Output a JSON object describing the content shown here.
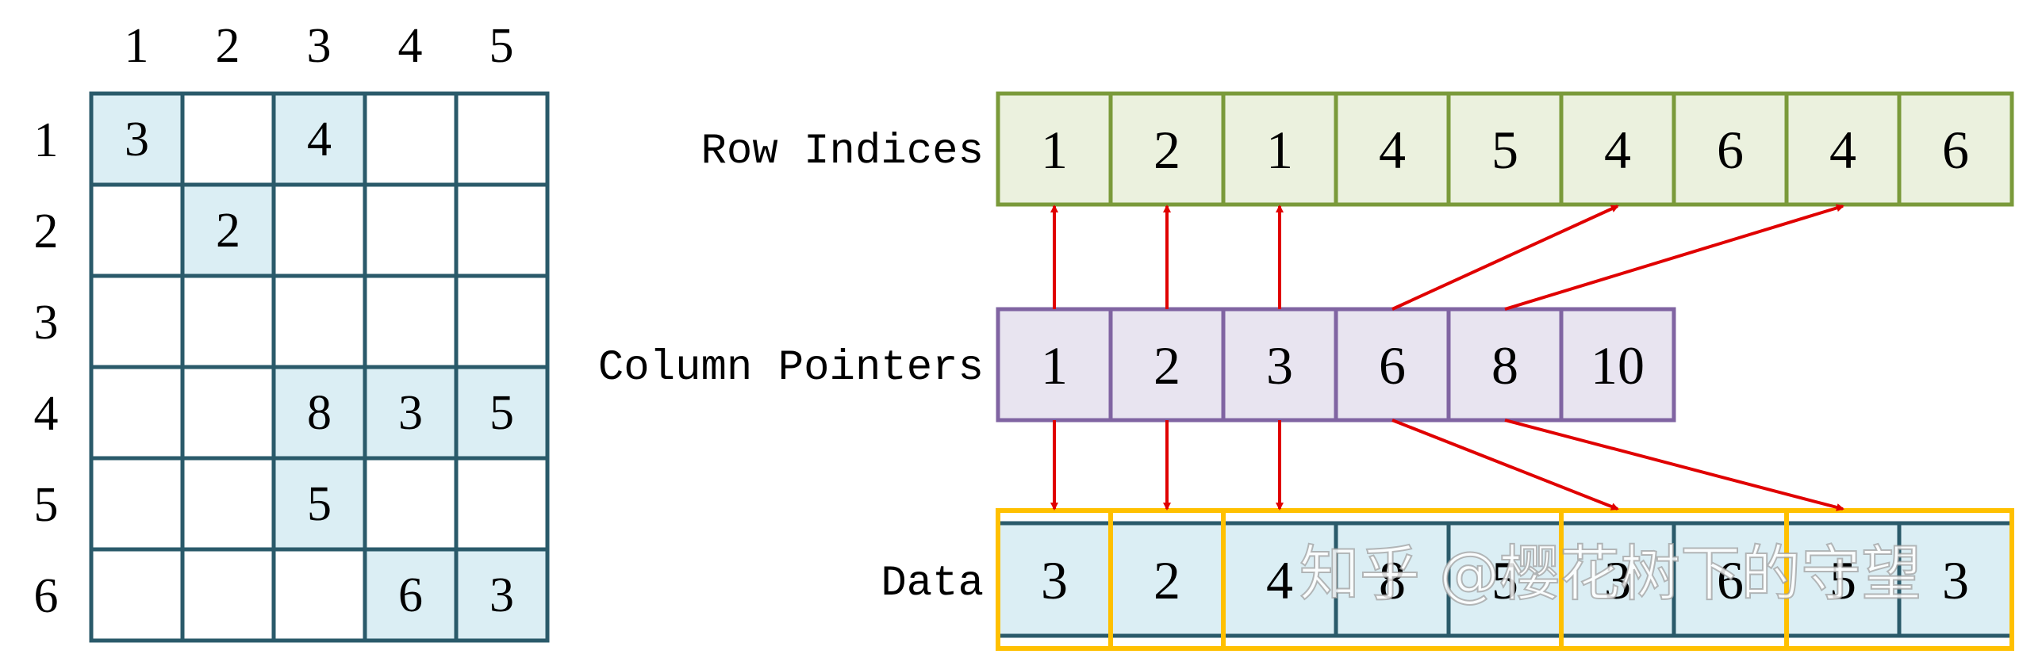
{
  "matrix": {
    "col_headers": [
      "1",
      "2",
      "3",
      "4",
      "5"
    ],
    "row_headers": [
      "1",
      "2",
      "3",
      "4",
      "5",
      "6"
    ],
    "rows": [
      [
        "3",
        "",
        "4",
        "",
        ""
      ],
      [
        "",
        "2",
        "",
        "",
        ""
      ],
      [
        "",
        "",
        "",
        "",
        ""
      ],
      [
        "",
        "",
        "8",
        "3",
        "5"
      ],
      [
        "",
        "",
        "5",
        "",
        ""
      ],
      [
        "",
        "",
        "",
        "6",
        "3"
      ]
    ]
  },
  "row_indices": {
    "label": "Row Indices",
    "values": [
      "1",
      "2",
      "1",
      "4",
      "5",
      "4",
      "6",
      "4",
      "6"
    ]
  },
  "column_pointers": {
    "label": "Column Pointers",
    "values": [
      "1",
      "2",
      "3",
      "6",
      "8",
      "10"
    ]
  },
  "data_array": {
    "label": "Data",
    "values": [
      "3",
      "2",
      "4",
      "8",
      "5",
      "3",
      "6",
      "5",
      "3"
    ]
  },
  "watermark": "知乎 @樱花树下的守望",
  "colors": {
    "matrix_border": "#2a5a6a",
    "matrix_fill": "#dbeef4",
    "row_indices_border": "#7a9a3a",
    "row_indices_fill": "#ebf1de",
    "column_pointers_border": "#8064a2",
    "column_pointers_fill": "#e8e4f0",
    "data_border": "#2a5a6a",
    "data_fill": "#dbeef4",
    "group_highlight": "#ffc000",
    "arrow": "#e00000"
  }
}
